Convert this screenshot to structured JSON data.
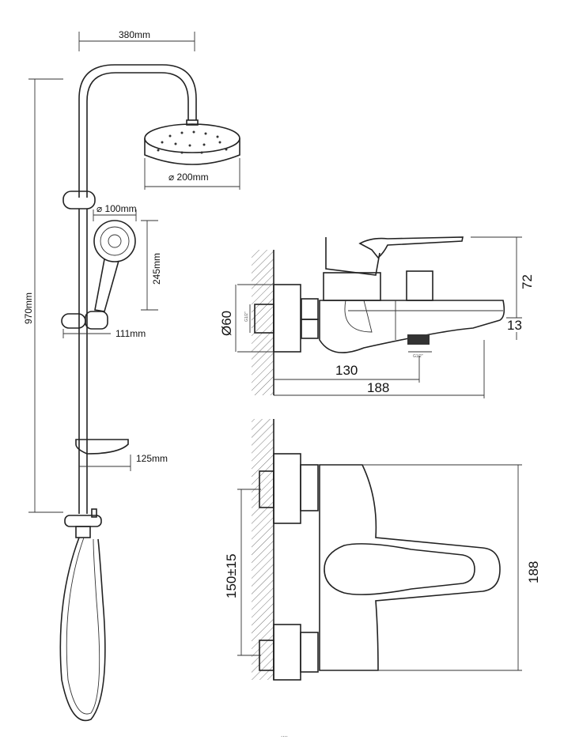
{
  "shower_set": {
    "width_label": "380mm",
    "head_diameter_label": "⌀ 200mm",
    "hand_shower_diameter_label": "⌀ 100mm",
    "hand_shower_length_label": "245mm",
    "total_height_label": "970mm",
    "holder_offset_label": "111mm",
    "soap_dish_label": "125mm"
  },
  "side_view": {
    "flange_diameter_label": "Ø60",
    "inlet_thread_label": "G1/2\"",
    "height_label": "72",
    "spout_height_label": "13",
    "outlet_distance_label": "130",
    "depth_label": "188",
    "outlet_thread_label": "G1/2\""
  },
  "top_view": {
    "inlet_spacing_label": "150±15",
    "width_label": "188"
  },
  "footer_mark": "...."
}
